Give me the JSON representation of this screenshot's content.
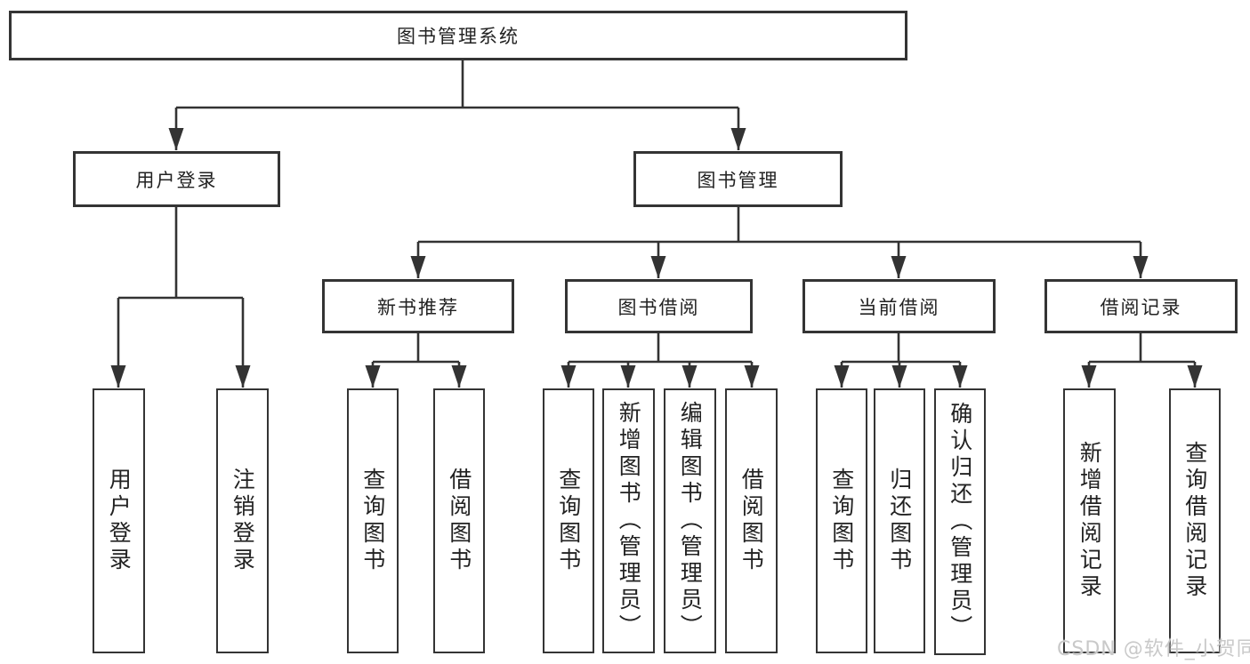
{
  "colors": {
    "background": "#ffffff",
    "line": "#333333",
    "box_border": "#343434",
    "text": "#222222",
    "watermark": "#c9c9c9"
  },
  "watermark": {
    "text": "CSDN @软件_小贺同学"
  },
  "diagram": {
    "root": {
      "label": "图书管理系统"
    },
    "user_login": {
      "label": "用户登录",
      "children": [
        "用户登录",
        "注销登录"
      ]
    },
    "book_management": {
      "label": "图书管理",
      "children": [
        {
          "label": "新书推荐",
          "children": [
            "查询图书",
            "借阅图书"
          ]
        },
        {
          "label": "图书借阅",
          "children": [
            "查询图书",
            "新增图书（管理员）",
            "编辑图书（管理员）",
            "借阅图书"
          ]
        },
        {
          "label": "当前借阅",
          "children": [
            "查询图书",
            "归还图书",
            "确认归还（管理员）"
          ]
        },
        {
          "label": "借阅记录",
          "children": [
            "新增借阅记录",
            "查询借阅记录"
          ]
        }
      ]
    }
  }
}
